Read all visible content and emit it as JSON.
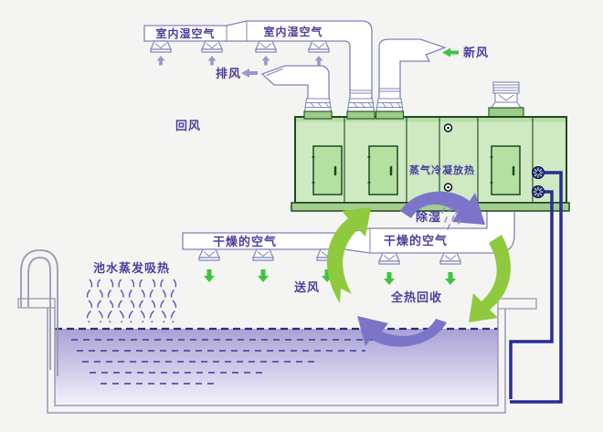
{
  "diagram": {
    "type": "HVAC pool dehumidification heat-recovery schematic",
    "labels": {
      "indoor_humid_air_left": "室内湿空气",
      "indoor_humid_air_right": "室内湿空气",
      "exhaust_air": "排风",
      "return_air": "回风",
      "fresh_air": "新风",
      "steam_condensation_heat": "蒸气冷凝放热",
      "dehumidify": "除湿",
      "dry_air_left": "干燥的空气",
      "dry_air_right": "干燥的空气",
      "pool_evaporation_heat": "池水蒸发吸热",
      "supply_air": "送风",
      "total_heat_recovery": "全热回收"
    },
    "colors": {
      "background": "#f4f5f2",
      "label_text": "#4a3fa0",
      "duct_outline": "#8084b8",
      "pool_outline": "#9898b8",
      "unit_fill": "#cfe9c2",
      "unit_border": "#1d4a1d",
      "door_fill": "#b4e0a2",
      "collar_fill": "#9ccc8a",
      "pipe_navy": "#2b2b98",
      "big_green_arrow": "#8fc93e",
      "small_green_arrow": "#3ec43e",
      "purple_arrow": "#7b74c9",
      "water_top": "#a9a1d4",
      "water_bottom": "#f4f2fb"
    }
  }
}
